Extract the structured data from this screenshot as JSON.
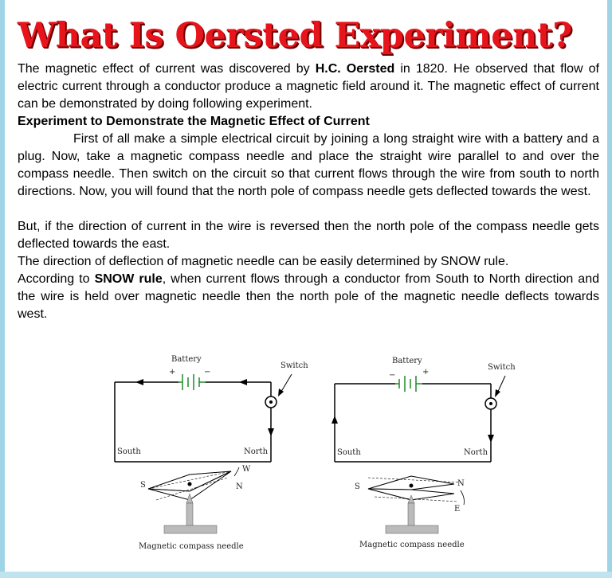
{
  "title": "What Is Oersted Experiment?",
  "intro": {
    "part1": "The magnetic effect of current was discovered by ",
    "bold_name": "H.C. Oersted",
    "part2": " in 1820. He observed that flow of electric current through a conductor produce a magnetic field around it. The magnetic effect of current can be demonstrated by doing following experiment."
  },
  "section_heading": "Experiment to Demonstrate the Magnetic Effect of Current",
  "para1": "First of all make a simple electrical circuit by joining a long straight wire with a battery and a plug. Now, take a magnetic compass needle and place the straight wire parallel to and over the compass needle. Then switch on the circuit so that current flows through the wire from south to north directions. Now, you will found that the north pole of compass needle gets deflected towards the west.",
  "para2": "But, if the direction of current in the wire is reversed then the north pole of the compass needle gets deflected towards the east.",
  "para3": "The direction of deflection of magnetic needle can be easily determined by SNOW rule.",
  "para4": {
    "part1": "According to ",
    "bold_rule": "SNOW rule",
    "part2": ", when current flows through a conductor from South to North direction and the wire is held over magnetic needle then the north pole of the magnetic needle deflects towards west."
  },
  "diagram_left": {
    "battery": "Battery",
    "switch": "Switch",
    "plus": "+",
    "minus": "−",
    "south": "South",
    "north": "North",
    "s": "S",
    "w": "W",
    "n": "N",
    "caption": "Magnetic compass needle"
  },
  "diagram_right": {
    "battery": "Battery",
    "switch": "Switch",
    "plus": "+",
    "minus": "−",
    "south": "South",
    "north": "North",
    "s": "S",
    "n": "N",
    "e": "E",
    "caption": "Magnetic compass needle"
  },
  "colors": {
    "title": "#e8141c",
    "battery": "#1a8a2a",
    "frame": "#9fd4e6"
  }
}
